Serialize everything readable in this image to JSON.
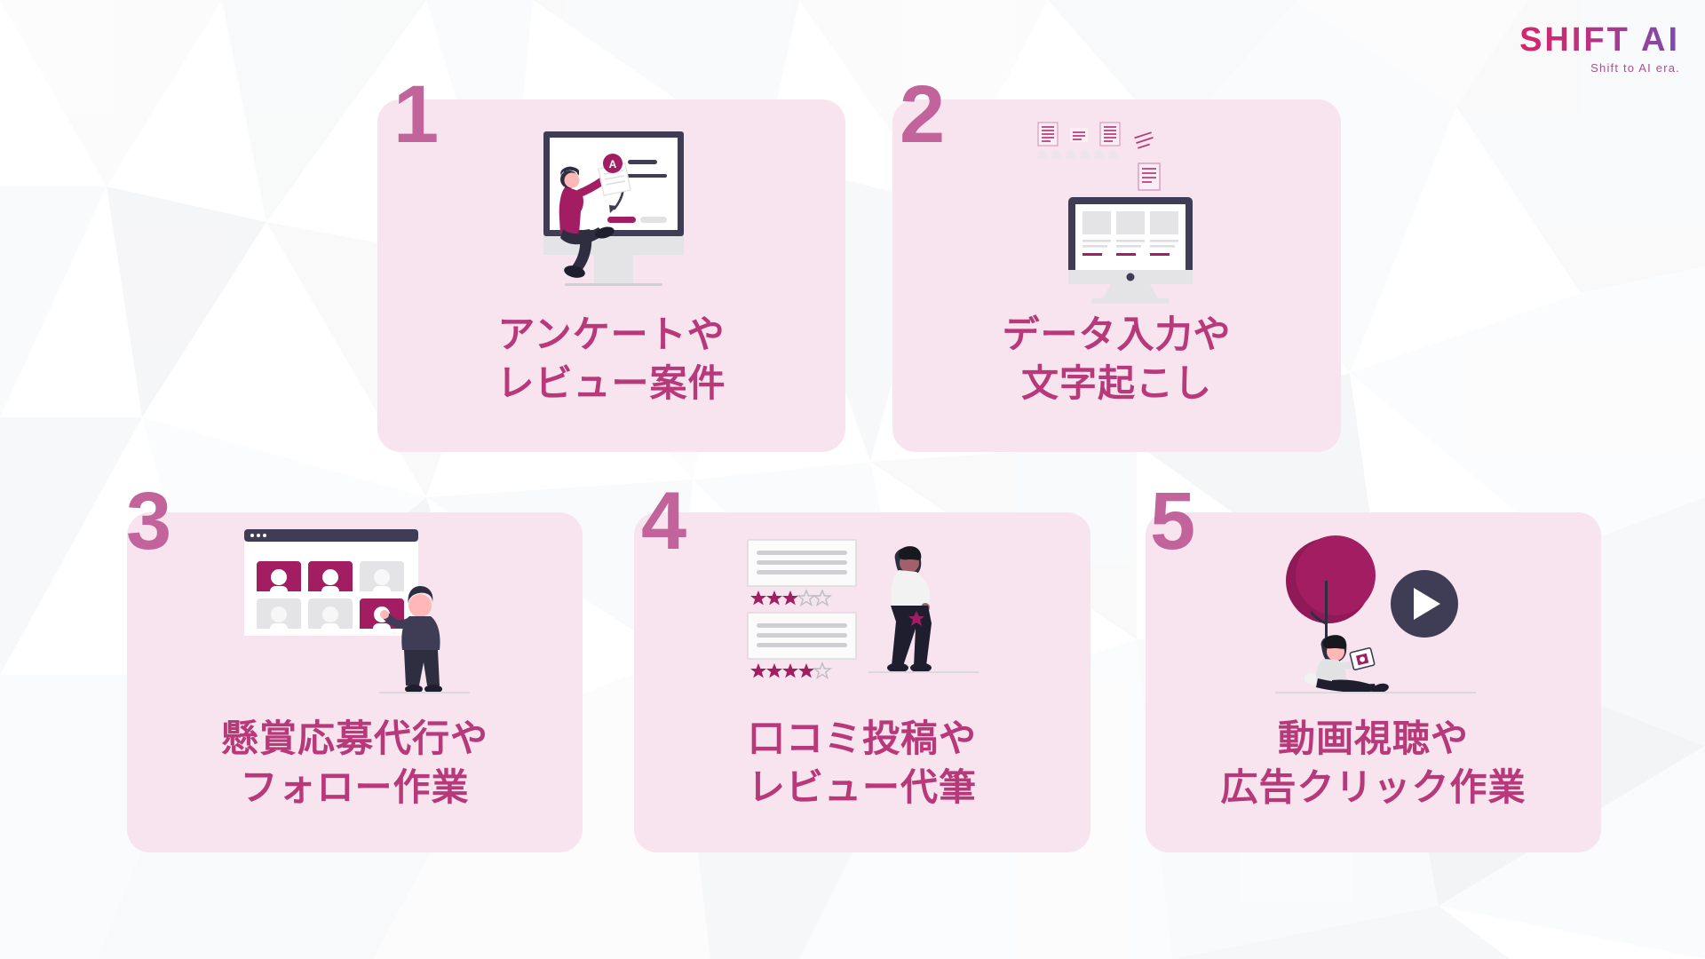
{
  "brand": {
    "logo_text": "SHIFT AI",
    "tagline": "Shift to AI era.",
    "gradient_from": "#d6246a",
    "gradient_to": "#7b4bb0"
  },
  "theme": {
    "card_bg": "#f7e4ee",
    "title_color": "#b8397a",
    "number_color": "#c2639b",
    "accent_magenta": "#a31d63",
    "ink_dark": "#3f3d56",
    "page_bg": "#ffffff"
  },
  "cards": [
    {
      "number": "1",
      "title_line1": "アンケートや",
      "title_line2": "レビュー案件",
      "illustration": "monitor-person-survey-icon"
    },
    {
      "number": "2",
      "title_line1": "データ入力や",
      "title_line2": "文字起こし",
      "illustration": "desktop-documents-icon"
    },
    {
      "number": "3",
      "title_line1": "懸賞応募代行や",
      "title_line2": "フォロー作業",
      "illustration": "browser-avatars-person-icon"
    },
    {
      "number": "4",
      "title_line1": "口コミ投稿や",
      "title_line2": "レビュー代筆",
      "illustration": "review-cards-stars-person-icon",
      "ratings": [
        {
          "filled": 3,
          "total": 5
        },
        {
          "filled": 4,
          "total": 5
        }
      ]
    },
    {
      "number": "5",
      "title_line1": "動画視聴や",
      "title_line2": "広告クリック作業",
      "illustration": "tree-play-button-person-icon"
    }
  ]
}
